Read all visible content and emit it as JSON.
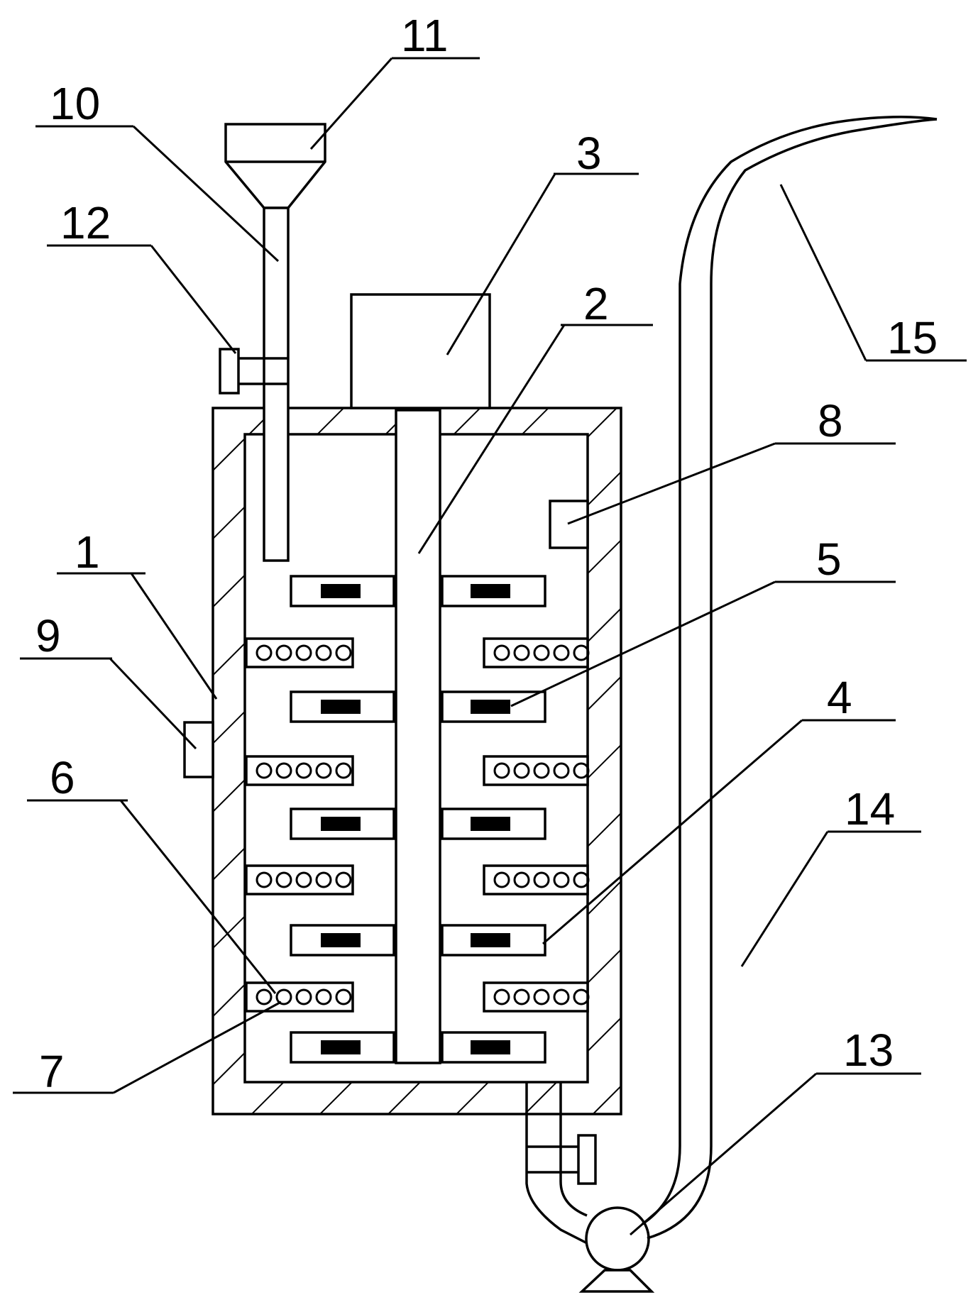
{
  "labels": {
    "l1": "1",
    "l2": "2",
    "l3": "3",
    "l4": "4",
    "l5": "5",
    "l6": "6",
    "l7": "7",
    "l8": "8",
    "l9": "9",
    "l10": "10",
    "l11": "11",
    "l12": "12",
    "l13": "13",
    "l14": "14",
    "l15": "15"
  },
  "colors": {
    "stroke": "#000000",
    "background": "#ffffff"
  }
}
